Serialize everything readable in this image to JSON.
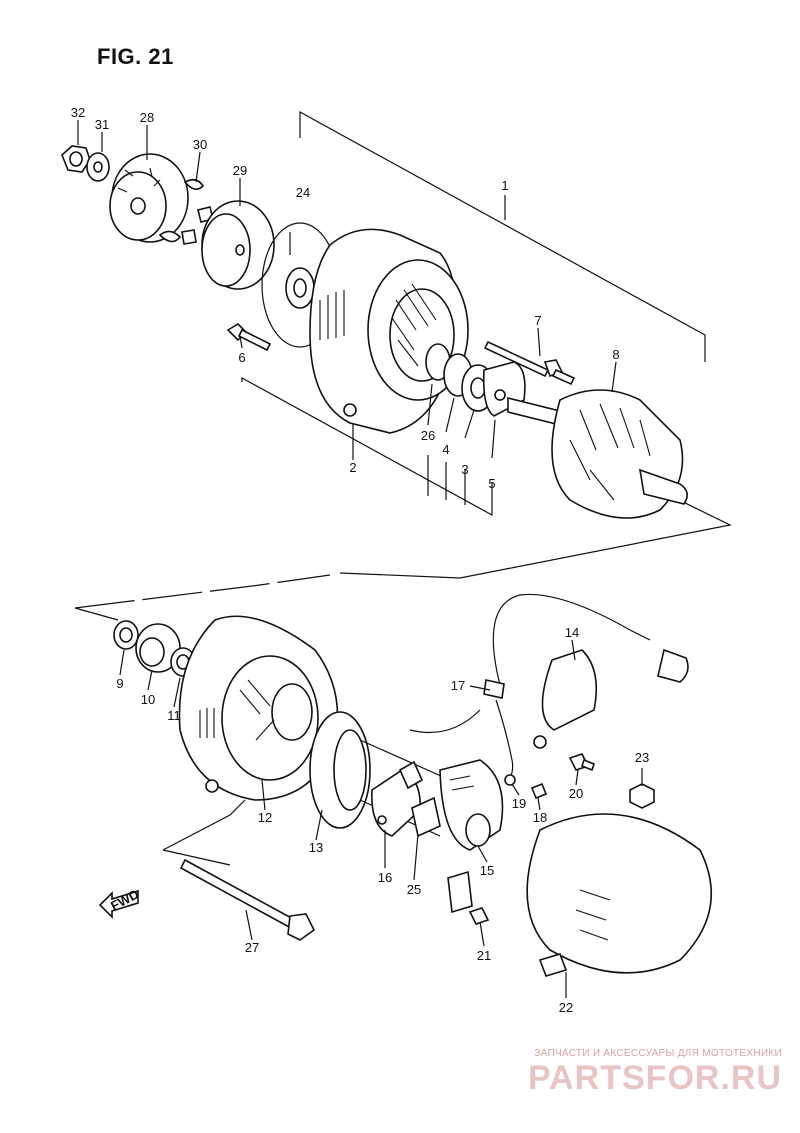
{
  "figure": {
    "title": "FIG. 21"
  },
  "direction": {
    "label": "FWD"
  },
  "callouts": [
    {
      "num": "32"
    },
    {
      "num": "31"
    },
    {
      "num": "28"
    },
    {
      "num": "30"
    },
    {
      "num": "29"
    },
    {
      "num": "24"
    },
    {
      "num": "1"
    },
    {
      "num": "7"
    },
    {
      "num": "8"
    },
    {
      "num": "6"
    },
    {
      "num": "26"
    },
    {
      "num": "4"
    },
    {
      "num": "3"
    },
    {
      "num": "5"
    },
    {
      "num": "2"
    },
    {
      "num": "9"
    },
    {
      "num": "10"
    },
    {
      "num": "11"
    },
    {
      "num": "12"
    },
    {
      "num": "13"
    },
    {
      "num": "16"
    },
    {
      "num": "25"
    },
    {
      "num": "15"
    },
    {
      "num": "17"
    },
    {
      "num": "14"
    },
    {
      "num": "19"
    },
    {
      "num": "18"
    },
    {
      "num": "20"
    },
    {
      "num": "23"
    },
    {
      "num": "21"
    },
    {
      "num": "27"
    },
    {
      "num": "22"
    }
  ],
  "watermark": {
    "tagline": "ЗАПЧАСТИ И АКСЕССУАРЫ ДЛЯ МОТОТЕХНИКИ",
    "logo": "PARTSFOR.RU"
  }
}
